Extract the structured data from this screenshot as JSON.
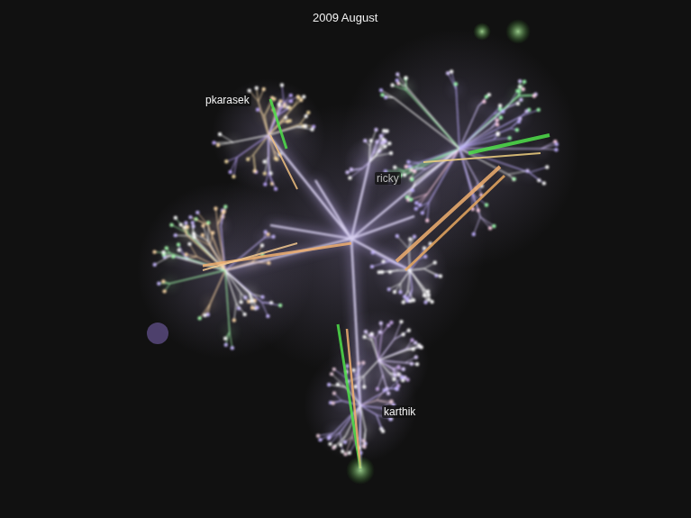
{
  "diagram": {
    "title": "2009 August",
    "labels": [
      "pkarasek",
      "ricky",
      "karthik"
    ]
  }
}
